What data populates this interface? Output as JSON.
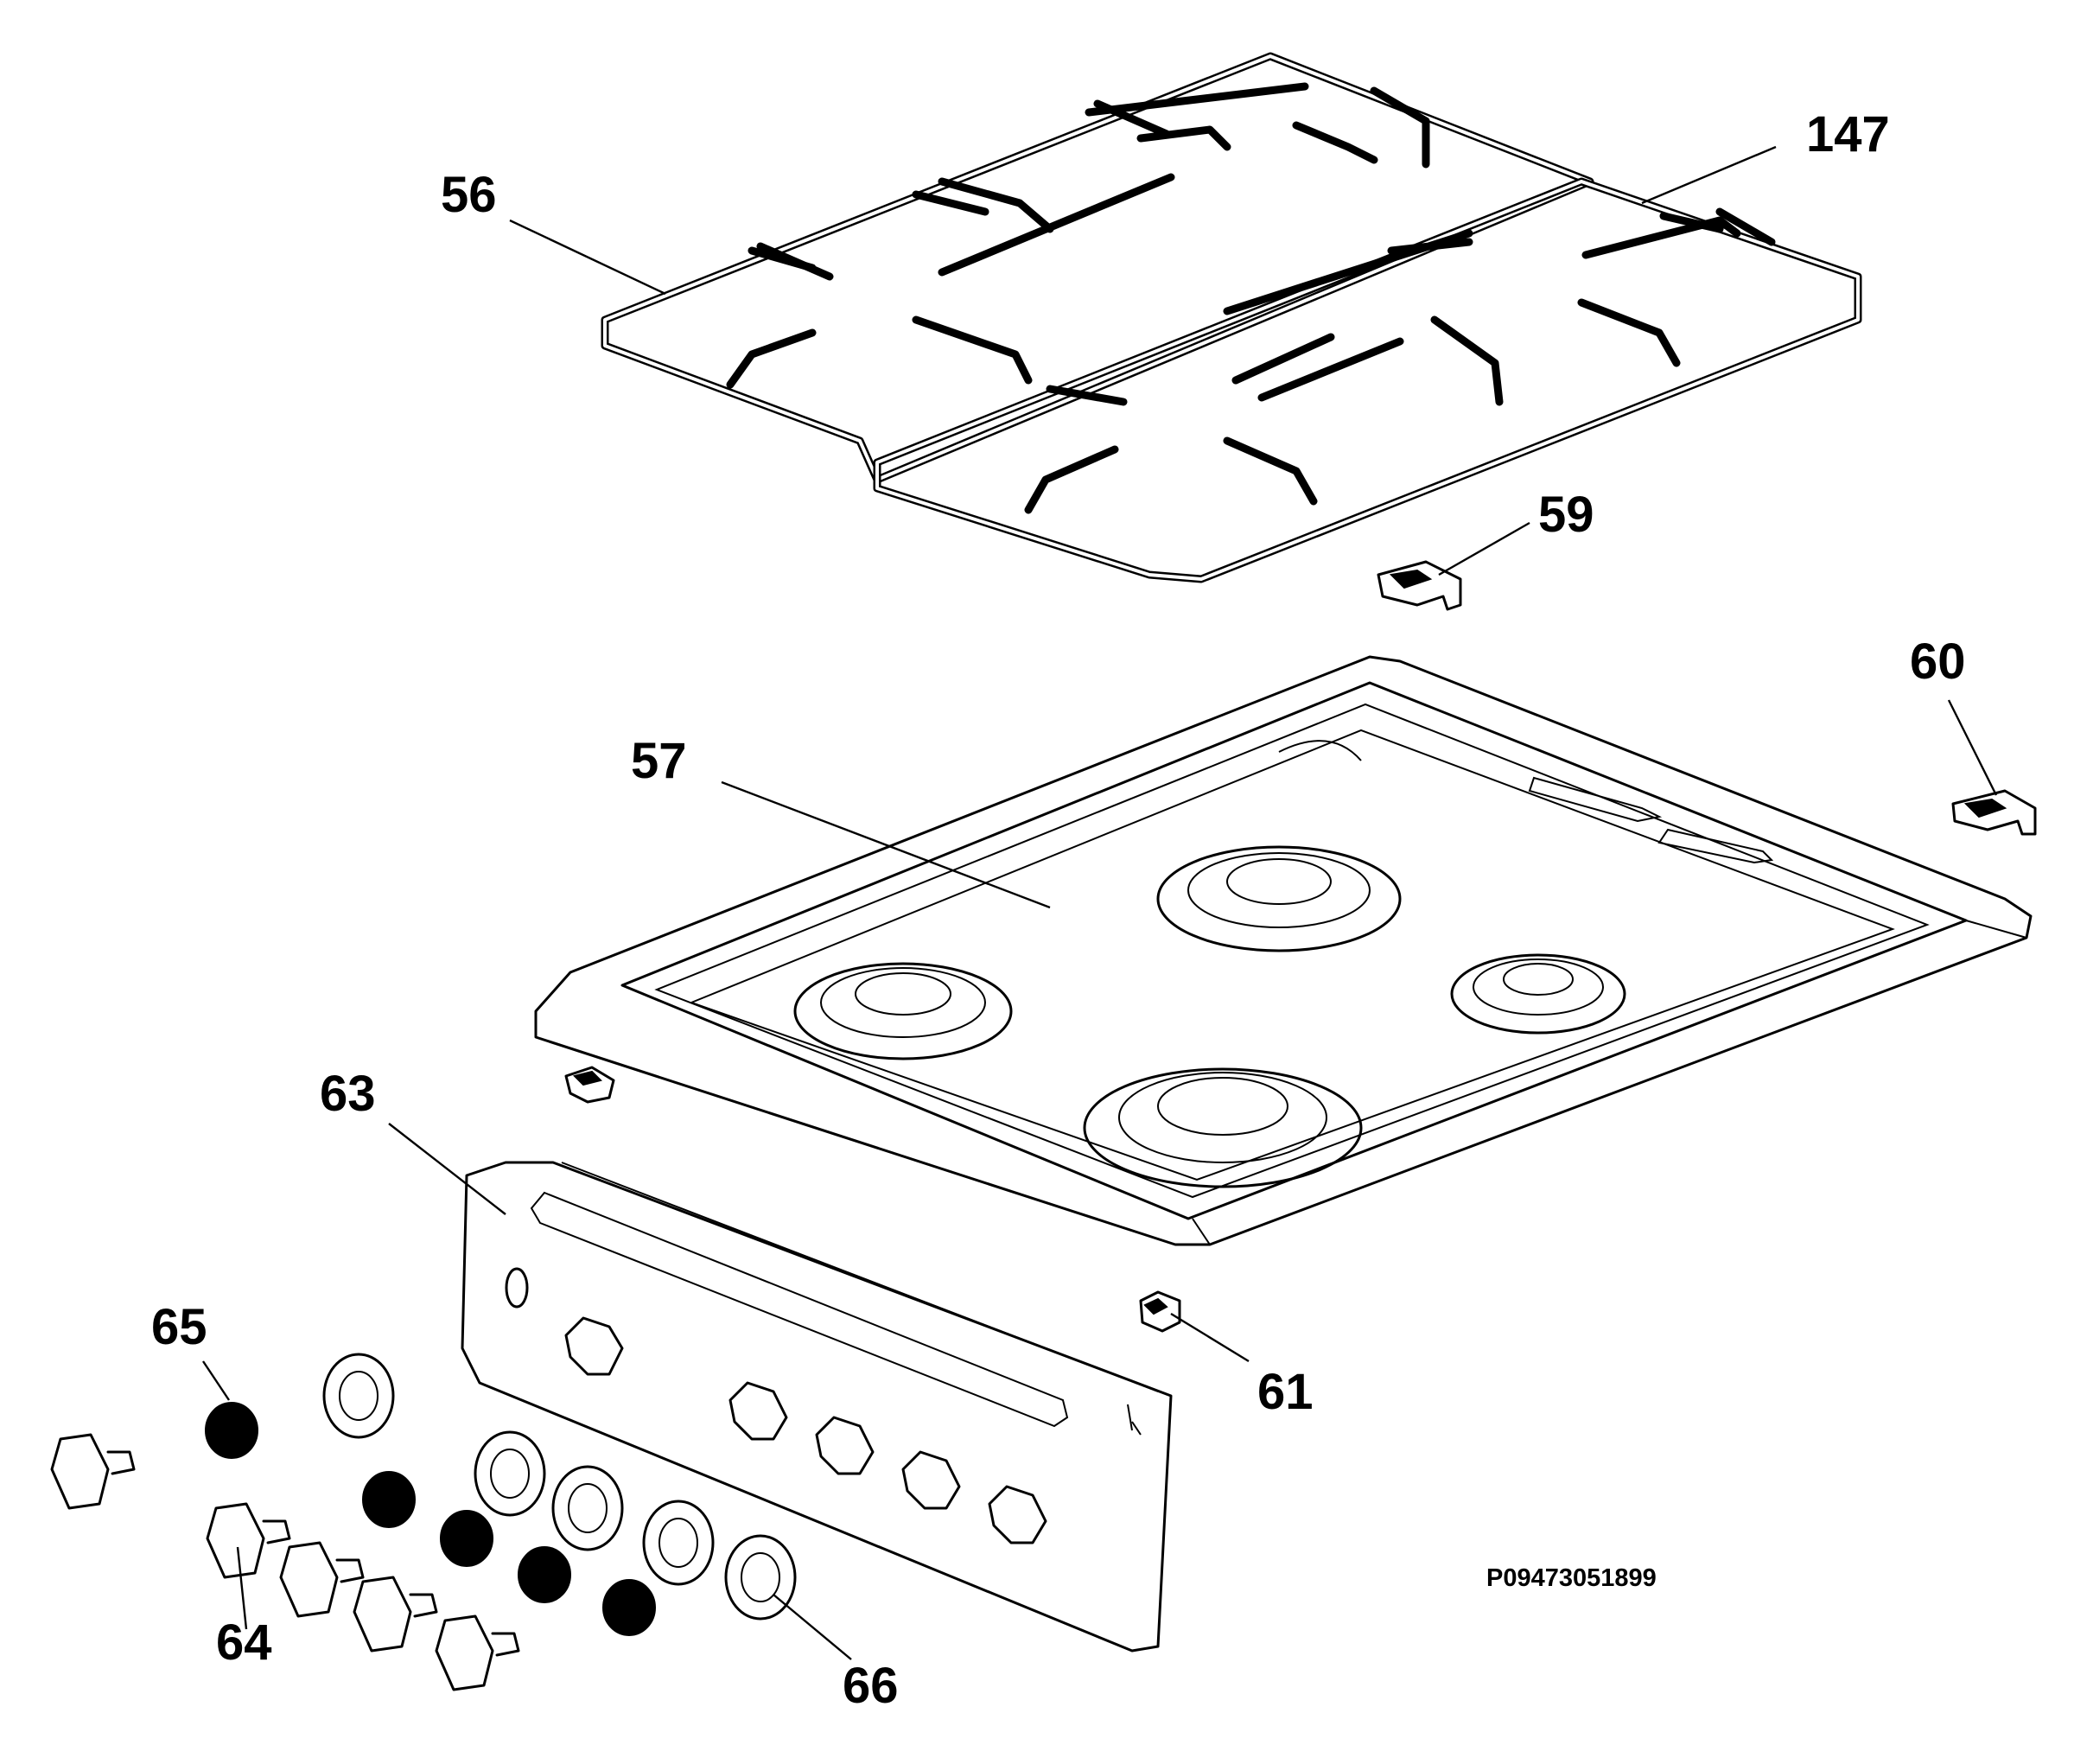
{
  "diagram": {
    "callouts": [
      "56",
      "147",
      "59",
      "60",
      "57",
      "63",
      "61",
      "65",
      "64",
      "66"
    ],
    "drawing_code": "P09473051899"
  }
}
